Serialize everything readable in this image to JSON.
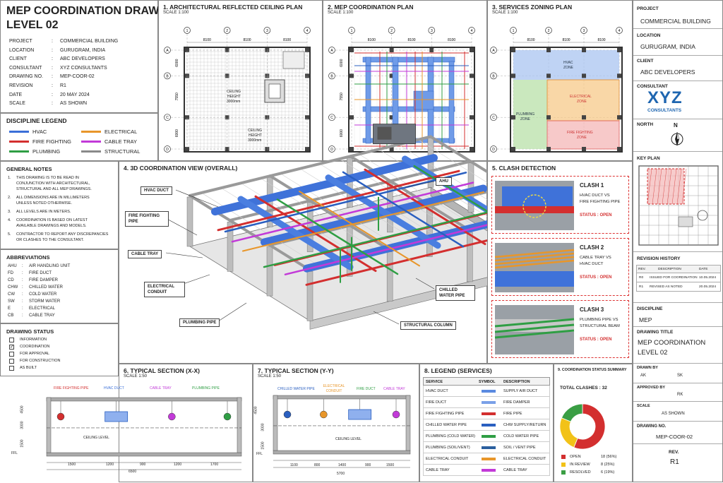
{
  "title": {
    "line1": "MEP COORDINATION DRAWING",
    "line2": "LEVEL 02"
  },
  "project_info": [
    {
      "label": "PROJECT",
      "value": "COMMERCIAL BUILDING"
    },
    {
      "label": "LOCATION",
      "value": "GURUGRAM, INDIA"
    },
    {
      "label": "CLIENT",
      "value": "ABC DEVELOPERS"
    },
    {
      "label": "CONSULTANT",
      "value": "XYZ CONSULTANTS"
    },
    {
      "label": "DRAWING NO.",
      "value": "MEP-COOR-02"
    },
    {
      "label": "REVISION",
      "value": "R1"
    },
    {
      "label": "DATE",
      "value": "20 MAY 2024"
    },
    {
      "label": "SCALE",
      "value": "AS SHOWN"
    }
  ],
  "discipline_legend": {
    "title": "DISCIPLINE LEGEND",
    "items": [
      {
        "label": "HVAC",
        "color": "#3a6fd8"
      },
      {
        "label": "ELECTRICAL",
        "color": "#e8962a"
      },
      {
        "label": "FIRE FIGHTING",
        "color": "#d32f2f"
      },
      {
        "label": "CABLE TRAY",
        "color": "#c23ad8"
      },
      {
        "label": "PLUMBING",
        "color": "#2f9e44"
      },
      {
        "label": "STRUCTURAL",
        "color": "#8a8a8a"
      }
    ]
  },
  "general_notes": {
    "title": "GENERAL NOTES",
    "items": [
      {
        "n": "1.",
        "l1": "THIS DRAWING IS TO BE READ IN",
        "l2": "CONJUNCTION WITH ARCHITECTURAL,",
        "l3": "STRUCTURAL AND ALL MEP DRAWINGS."
      },
      {
        "n": "2.",
        "l1": "ALL DIMENSIONS ARE IN MILLIMETERS",
        "l2": "UNLESS NOTED OTHERWISE.",
        "l3": ""
      },
      {
        "n": "3.",
        "l1": "ALL LEVELS ARE IN METERS.",
        "l2": "",
        "l3": ""
      },
      {
        "n": "4.",
        "l1": "COORDINATION IS BASED ON LATEST",
        "l2": "AVAILABLE DRAWINGS AND MODELS.",
        "l3": ""
      },
      {
        "n": "5.",
        "l1": "CONTRACTOR TO REPORT ANY DISCREPANCIES",
        "l2": "OR CLASHES TO THE CONSULTANT.",
        "l3": ""
      }
    ]
  },
  "abbreviations": {
    "title": "ABBREVIATIONS",
    "items": [
      {
        "k": "AHU",
        "v": "AIR HANDLING UNIT"
      },
      {
        "k": "FD",
        "v": "FIRE DUCT"
      },
      {
        "k": "CD",
        "v": "FIRE DAMPER"
      },
      {
        "k": "CHW",
        "v": "CHILLED WATER"
      },
      {
        "k": "CW",
        "v": "COLD WATER"
      },
      {
        "k": "SW",
        "v": "STORM WATER"
      },
      {
        "k": "E",
        "v": "ELECTRICAL"
      },
      {
        "k": "CB",
        "v": "CABLE TRAY"
      }
    ]
  },
  "drawing_status": {
    "title": "DRAWING STATUS",
    "items": [
      {
        "label": "INFORMATION",
        "checked": false
      },
      {
        "label": "COORDINATION",
        "checked": true
      },
      {
        "label": "FOR APPROVAL",
        "checked": false
      },
      {
        "label": "FOR CONSTRUCTION",
        "checked": false
      },
      {
        "label": "AS BUILT",
        "checked": false
      }
    ]
  },
  "plan1": {
    "title": "1. ARCHITECTURAL REFLECTED CEILING PLAN",
    "scale": "SCALE 1:100",
    "note1": [
      "CEILING",
      "HEIGHT",
      "3000mm"
    ],
    "note2": [
      "CEILING",
      "HEIGHT",
      "3000mm"
    ]
  },
  "plan2": {
    "title": "2. MEP COORDINATION PLAN",
    "scale": "SCALE 1:100"
  },
  "plan3": {
    "title": "3. SERVICES ZONING PLAN",
    "scale": "SCALE 1:100",
    "zones": [
      {
        "l1": "HVAC",
        "l2": "ZONE"
      },
      {
        "l1": "ELECTRICAL",
        "l2": "ZONE"
      },
      {
        "l1": "PLUMBING",
        "l2": "ZONE"
      },
      {
        "l1": "FIRE FIGHTING",
        "l2": "ZONE"
      }
    ]
  },
  "grid": {
    "cols": [
      "1",
      "2",
      "3",
      "4"
    ],
    "rows": [
      "A",
      "B",
      "C",
      "D"
    ],
    "col_dims": [
      "8100",
      "8100",
      "8100"
    ],
    "row_dims": [
      "6000",
      "7550",
      "6000"
    ]
  },
  "view3d": {
    "title": "4. 3D COORDINATION VIEW (OVERALL)",
    "callouts": [
      "HVAC DUCT",
      "FIRE FIGHTING PIPE",
      "CABLE TRAY",
      "ELECTRICAL CONDUIT",
      "PLUMBING PIPE",
      "AHU",
      "CHILLED WATER PIPE",
      "STRUCTURAL COLUMN"
    ]
  },
  "clash": {
    "title": "5. CLASH DETECTION",
    "items": [
      {
        "name": "CLASH 1",
        "d1": "HVAC DUCT VS",
        "d2": "FIRE FIGHTING PIPE",
        "status": "STATUS : OPEN"
      },
      {
        "name": "CLASH 2",
        "d1": "CABLE TRAY VS",
        "d2": "HVAC DUCT",
        "status": "STATUS : OPEN"
      },
      {
        "name": "CLASH 3",
        "d1": "PLUMBING PIPE VS",
        "d2": "STRUCTURAL BEAM",
        "status": "STATUS : OPEN"
      }
    ]
  },
  "section_x": {
    "title": "6. TYPICAL SECTION (X-X)",
    "scale": "SCALE 1:50",
    "labels": [
      "FIRE FIGHTING PIPE",
      "HVAC DUCT",
      "CABLE TRAY",
      "PLUMBING PIPE"
    ],
    "ceiling": "CEILING LEVEL",
    "ffl": "FFL",
    "dims": [
      "1500",
      "1200",
      "900",
      "1200",
      "1700"
    ],
    "total": "6500",
    "vdims": [
      "4500",
      "3000",
      "1500"
    ]
  },
  "section_y": {
    "title": "7. TYPICAL SECTION (Y-Y)",
    "scale": "SCALE 1:50",
    "labels": [
      "CHILLED WATER PIPE",
      "ELECTRICAL CONDUIT",
      "FIRE DUCT",
      "CABLE TRAY"
    ],
    "ceiling": "CEILING LEVEL",
    "ffl": "FFL",
    "dims": [
      "1100",
      "800",
      "1400",
      "900",
      "1500"
    ],
    "total": "5700",
    "vdims": [
      "4500",
      "3000",
      "1500"
    ]
  },
  "legend_services": {
    "title": "8. LEGEND (SERVICES)",
    "headers": [
      "SERVICE",
      "SYMBOL",
      "DESCRIPTION"
    ],
    "rows": [
      {
        "service": "HVAC DUCT",
        "desc": "SUPPLY AIR DUCT",
        "color": "#5b8ae0"
      },
      {
        "service": "FIRE DUCT",
        "desc": "FIRE DAMPER",
        "color": "#7aa0e8"
      },
      {
        "service": "FIRE FIGHTING PIPE",
        "desc": "FIRE PIPE",
        "color": "#d32f2f"
      },
      {
        "service": "CHILLED WATER PIPE",
        "desc": "CHW SUPPLY/RETURN",
        "color": "#2a5fc0"
      },
      {
        "service": "PLUMBING (COLD WATER)",
        "desc": "COLD WATER PIPE",
        "color": "#2f9e44"
      },
      {
        "service": "PLUMBING (SOIL/VENT)",
        "desc": "SOIL / VENT PIPE",
        "color": "#2b5f9e"
      },
      {
        "service": "ELECTRICAL CONDUIT",
        "desc": "ELECTRICAL CONDUIT",
        "color": "#e8962a"
      },
      {
        "service": "CABLE TRAY",
        "desc": "CABLE TRAY",
        "color": "#c23ad8"
      }
    ]
  },
  "chart_data": {
    "type": "pie",
    "title": "9. COORDINATION STATUS SUMMARY",
    "subtitle": "TOTAL CLASHES : 32",
    "slices": [
      {
        "label": "OPEN",
        "value": 18,
        "text": "18 (56%)",
        "color": "#d32f2f"
      },
      {
        "label": "IN REVIEW",
        "value": 8,
        "text": "8 (25%)",
        "color": "#f2c218"
      },
      {
        "label": "RESOLVED",
        "value": 6,
        "text": "6 (19%)",
        "color": "#3a9e44"
      }
    ]
  },
  "title_block": {
    "project": {
      "label": "PROJECT",
      "value": "COMMERCIAL BUILDING"
    },
    "location": {
      "label": "LOCATION",
      "value": "GURUGRAM, INDIA"
    },
    "client": {
      "label": "CLIENT",
      "value": "ABC DEVELOPERS"
    },
    "consultant": {
      "label": "CONSULTANT",
      "logo": "XYZ",
      "logo_sub": "CONSULTANTS"
    },
    "north": {
      "label": "NORTH",
      "letter": "N"
    },
    "key_plan": "KEY PLAN",
    "revision_history": {
      "title": "REVISION HISTORY",
      "headers": [
        "REV.",
        "DESCRIPTION",
        "DATE"
      ],
      "rows": [
        {
          "rev": "R0",
          "desc": "ISSUED FOR COORDINATION",
          "date": "10.05.2024"
        },
        {
          "rev": "R1",
          "desc": "REVISED AS NOTED",
          "date": "20.05.2024"
        }
      ]
    },
    "discipline": {
      "label": "DISCIPLINE",
      "value": "MEP"
    },
    "drawing_title": {
      "label": "DRAWING TITLE",
      "l1": "MEP COORDINATION",
      "l2": "LEVEL 02"
    },
    "drawn_by": {
      "label": "DRAWN BY",
      "v1": "AK",
      "v2": "SK"
    },
    "approved_by": {
      "label": "APPROVED BY",
      "value": "RK"
    },
    "scale": {
      "label": "SCALE",
      "value": "AS SHOWN"
    },
    "drawing_no": {
      "label": "DRAWING NO.",
      "value": "MEP-COOR-02"
    },
    "rev": {
      "label": "REV.",
      "value": "R1"
    }
  }
}
